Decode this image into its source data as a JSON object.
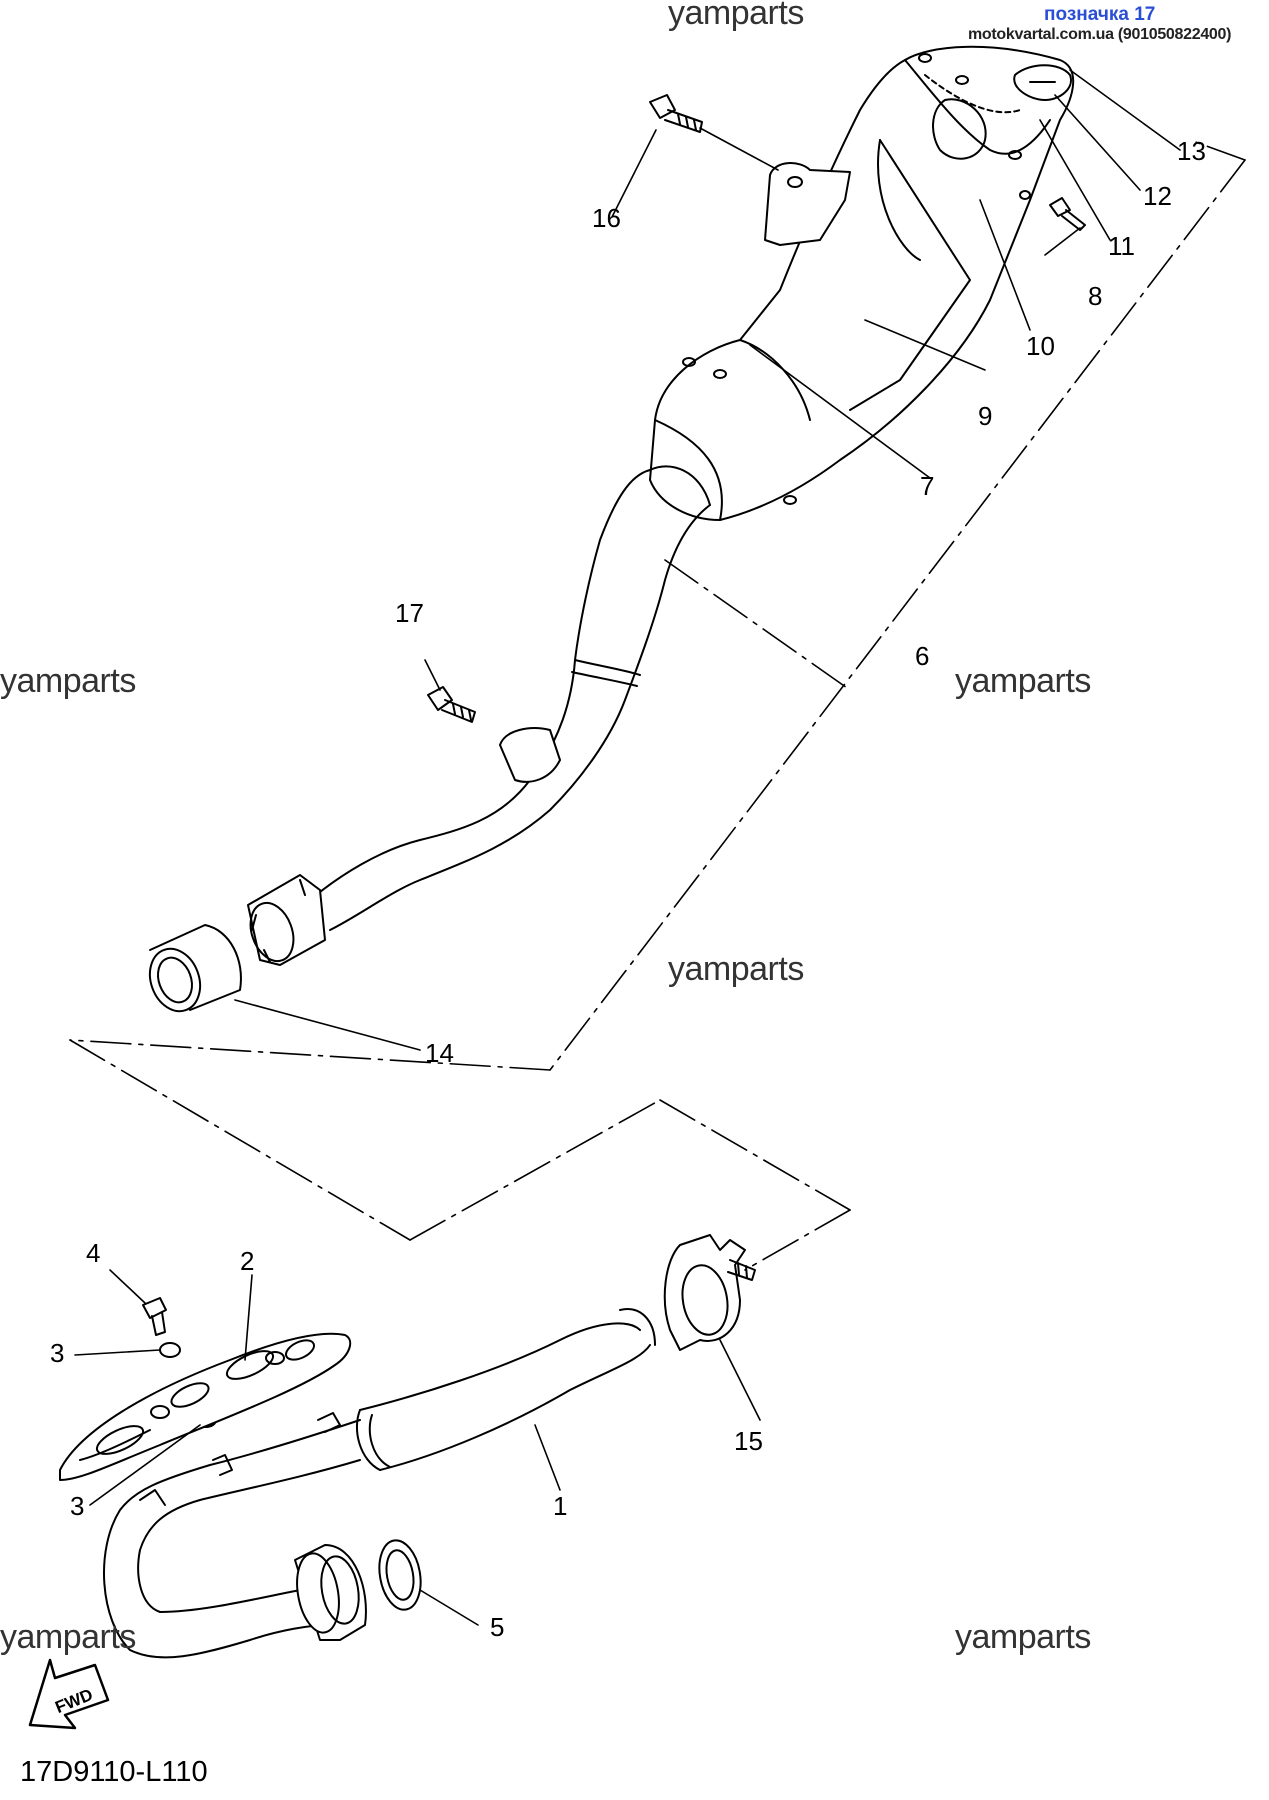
{
  "header": {
    "tag_title": "позначка 17",
    "tag_site": "motokvartal.com.ua (901050822400)"
  },
  "watermarks": [
    "yamparts",
    "yamparts",
    "yamparts",
    "yamparts",
    "yamparts",
    "yamparts"
  ],
  "callouts": [
    "1",
    "2",
    "3",
    "3",
    "4",
    "5",
    "6",
    "7",
    "8",
    "9",
    "10",
    "11",
    "12",
    "13",
    "14",
    "15",
    "16",
    "17"
  ],
  "fwd_label": "FWD",
  "diagram_code": "17D9110-L110",
  "colors": {
    "tag_title": "#2a4fd6",
    "line": "#000000"
  }
}
